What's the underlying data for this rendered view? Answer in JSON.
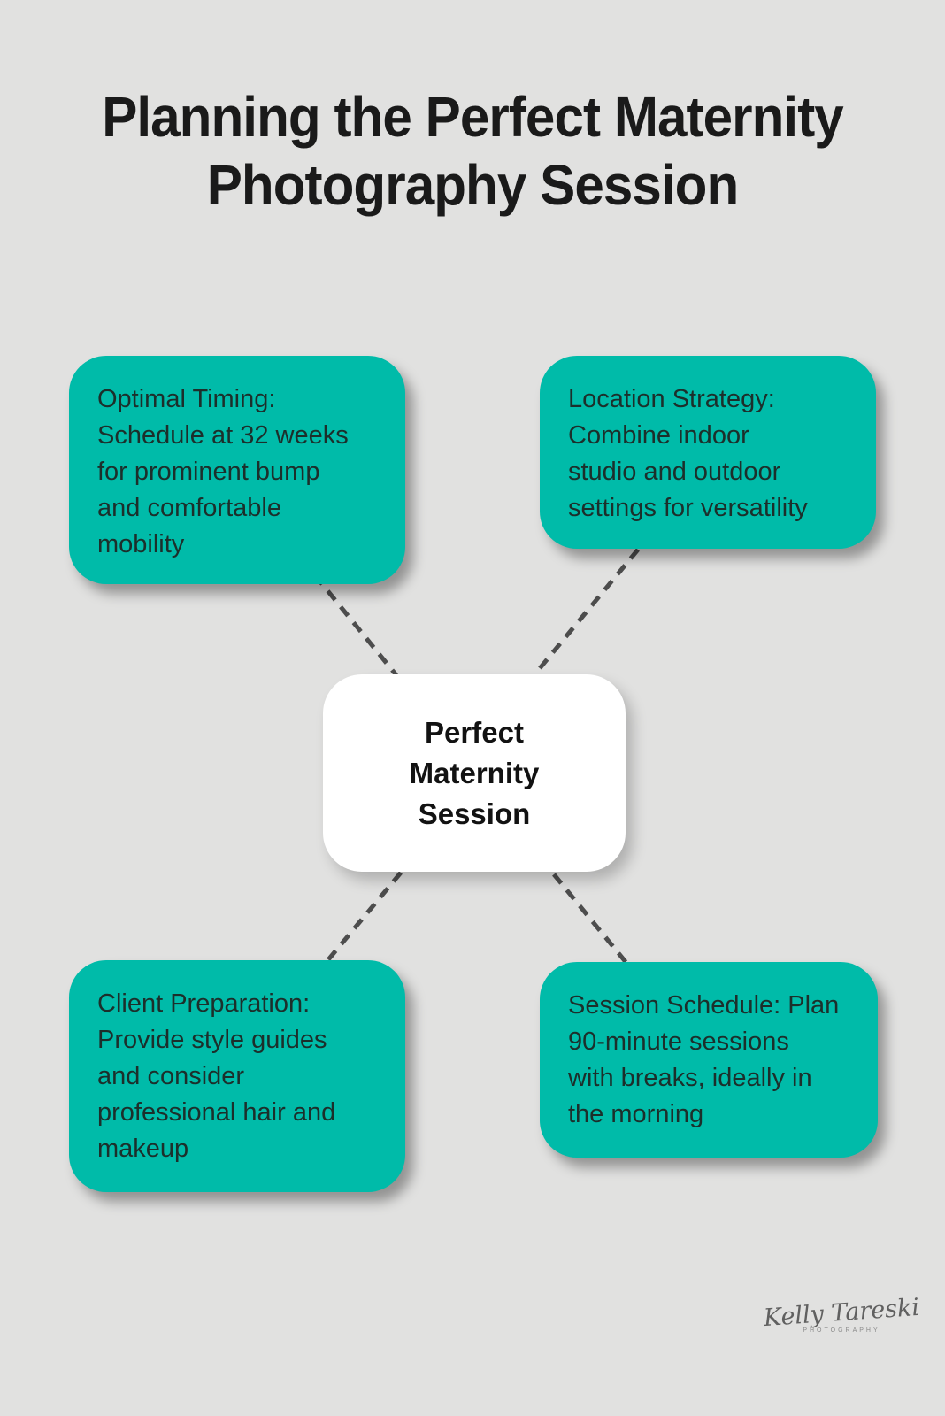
{
  "title": {
    "line1": "Planning the Perfect Maternity",
    "line2": "Photography Session"
  },
  "center": {
    "lines": [
      "Perfect",
      "Maternity",
      "Session"
    ]
  },
  "nodes": [
    {
      "id": "optimal-timing",
      "lines": [
        "Optimal Timing:",
        "Schedule at 32 weeks",
        "for prominent bump",
        "and comfortable",
        "mobility"
      ]
    },
    {
      "id": "location-strategy",
      "lines": [
        "Location Strategy:",
        "Combine indoor",
        "studio and outdoor",
        "settings for versatility"
      ]
    },
    {
      "id": "client-preparation",
      "lines": [
        "Client Preparation:",
        "Provide style guides",
        "and consider",
        "professional hair and",
        "makeup"
      ]
    },
    {
      "id": "session-schedule",
      "lines": [
        "Session Schedule: Plan",
        "90-minute sessions",
        "with breaks, ideally in",
        "the morning"
      ]
    }
  ],
  "signature": {
    "name": "Kelly Tareski",
    "subtitle": "PHOTOGRAPHY"
  },
  "colors": {
    "background": "#e1e1e0",
    "node_fill": "#00bba9",
    "center_fill": "#ffffff",
    "connector": "#4d4d4d",
    "title_text": "#1a1a1a",
    "node_text": "#1c2f2b"
  }
}
